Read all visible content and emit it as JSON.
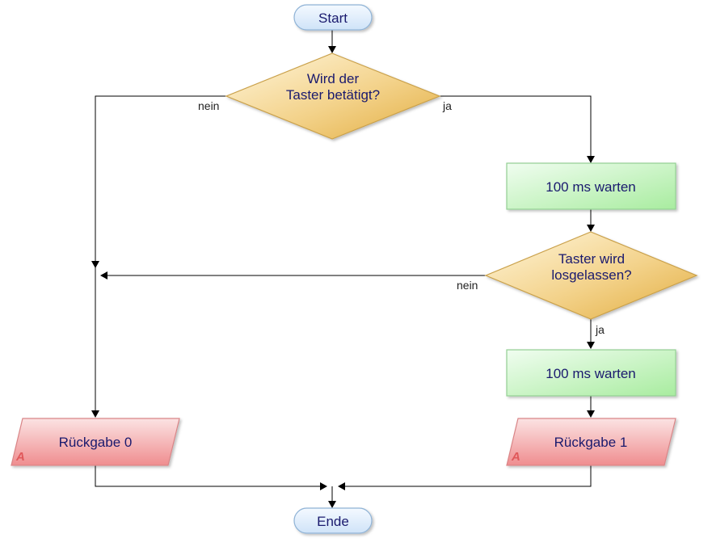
{
  "nodes": {
    "start": "Start",
    "decision1_line1": "Wird der",
    "decision1_line2": "Taster betätigt?",
    "wait1": "100 ms warten",
    "decision2_line1": "Taster wird",
    "decision2_line2": "losgelassen?",
    "wait2": "100 ms warten",
    "return0": "Rückgabe 0",
    "return1": "Rückgabe 1",
    "end": "Ende"
  },
  "edges": {
    "d1_no": "nein",
    "d1_yes": "ja",
    "d2_no": "nein",
    "d2_yes": "ja"
  },
  "io_marker": "A",
  "colors": {
    "terminal_fill": "#dcecfb",
    "terminal_stroke": "#8fb3d6",
    "decision_fill": "#f1c76a",
    "decision_stroke": "#c9a04a",
    "process_fill": "#c6f2c6",
    "process_stroke": "#93cf93",
    "io_fill": "#f5a9aa",
    "io_stroke": "#d98587"
  }
}
